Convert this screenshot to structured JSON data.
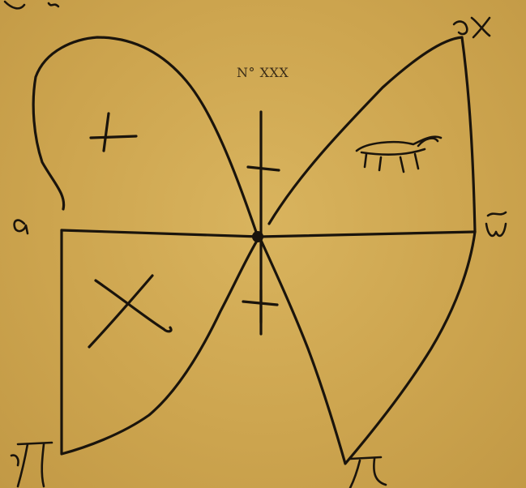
{
  "plate": {
    "number_label": "N° XXX"
  },
  "drawing": {
    "ink_color": "#1a140c",
    "paper_color": "#cda54f",
    "corner_labels": [
      "a",
      "x",
      "w",
      "π",
      "π"
    ]
  }
}
